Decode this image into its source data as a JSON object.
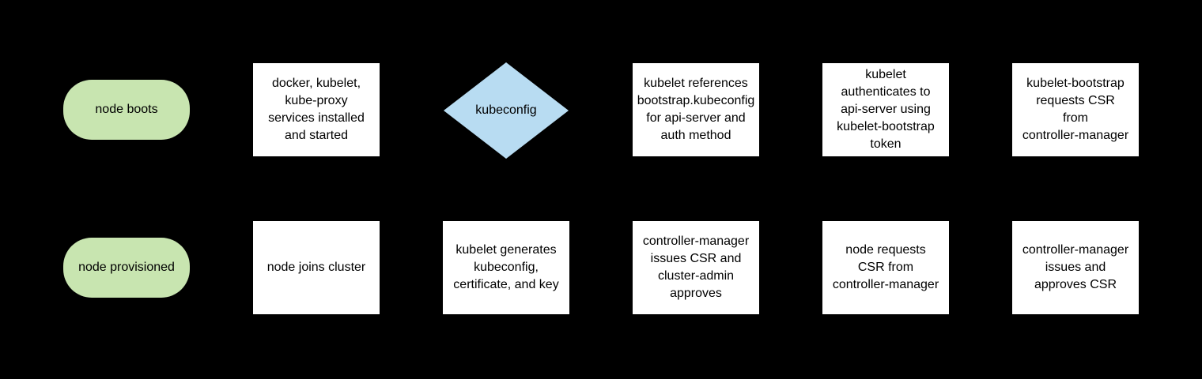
{
  "colors": {
    "background": "#000000",
    "terminator_fill": "#c8e5b0",
    "decision_fill": "#b8dcf2",
    "process_fill": "#ffffff",
    "text": "#000000"
  },
  "diagram": {
    "type": "flowchart",
    "topic": "kubelet TLS bootstrapping / node join flow",
    "rows": 2,
    "arrows_visible": false
  },
  "nodes": [
    {
      "id": "node-boots",
      "shape": "terminator",
      "row": 1,
      "col": 1,
      "label": "node boots"
    },
    {
      "id": "services-installed",
      "shape": "process",
      "row": 1,
      "col": 2,
      "label": "docker, kubelet,\nkube-proxy\nservices installed\nand started"
    },
    {
      "id": "kubeconfig-decision",
      "shape": "decision",
      "row": 1,
      "col": 3,
      "label": "kubeconfig"
    },
    {
      "id": "kubelet-references-bootstrap-kubeconfig",
      "shape": "process",
      "row": 1,
      "col": 4,
      "label": "kubelet references\nbootstrap.kubeconfig\nfor api-server and\nauth method"
    },
    {
      "id": "kubelet-authenticates",
      "shape": "process",
      "row": 1,
      "col": 5,
      "label": "kubelet\nauthenticates to\napi-server using\nkubelet-bootstrap\ntoken"
    },
    {
      "id": "kubelet-bootstrap-requests-csr",
      "shape": "process",
      "row": 1,
      "col": 6,
      "label": "kubelet-bootstrap\nrequests CSR\nfrom\ncontroller-manager"
    },
    {
      "id": "node-provisioned",
      "shape": "terminator",
      "row": 2,
      "col": 1,
      "label": "node provisioned"
    },
    {
      "id": "node-joins-cluster",
      "shape": "process",
      "row": 2,
      "col": 2,
      "label": "node joins cluster"
    },
    {
      "id": "kubelet-generates-kubeconfig",
      "shape": "process",
      "row": 2,
      "col": 3,
      "label": "kubelet generates\nkubeconfig,\ncertificate, and key"
    },
    {
      "id": "controller-manager-issues-csr-cluster-admin-approves",
      "shape": "process",
      "row": 2,
      "col": 4,
      "label": "controller-manager\nissues CSR and\ncluster-admin\napproves"
    },
    {
      "id": "node-requests-csr",
      "shape": "process",
      "row": 2,
      "col": 5,
      "label": "node requests\nCSR from\ncontroller-manager"
    },
    {
      "id": "controller-manager-issues-approves-csr",
      "shape": "process",
      "row": 2,
      "col": 6,
      "label": "controller-manager\nissues and\napproves CSR"
    }
  ]
}
